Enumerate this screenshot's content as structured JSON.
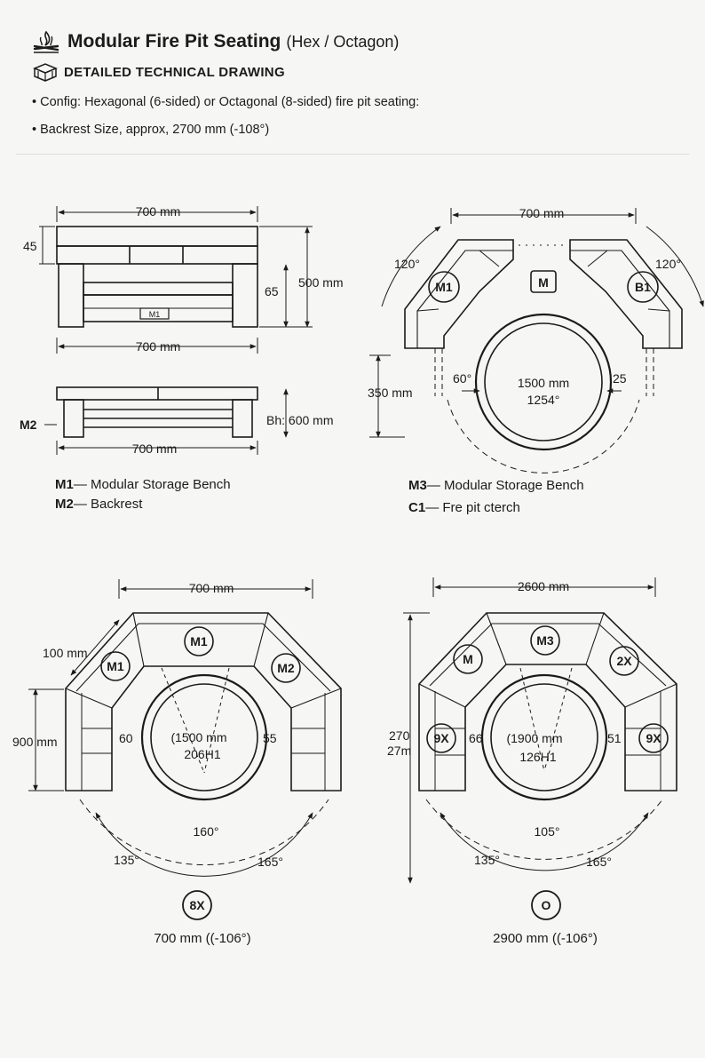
{
  "header": {
    "title": "Modular Fire Pit Seating",
    "title_suffix": "(Hex / Octagon)",
    "subtitle": "DETAILED TECHNICAL DRAWING",
    "bullets": [
      "• Config: Hexagonal (6-sided) or Octagonal (8-sided) fire pit seating:",
      "• Backrest Size, approx, 2700 mm (-108°)"
    ]
  },
  "icons": {
    "title_icon": "campfire-icon",
    "subtitle_icon": "blueprint-icon"
  },
  "module_views": {
    "top_width": "700 mm",
    "left_height": "45",
    "mid_height": "65",
    "total_height": "500 mm",
    "bench_width": "700 mm",
    "tag": "M1",
    "backrest_label": "M2",
    "backrest_height": "Bh: 600 mm",
    "backrest_width": "700 mm"
  },
  "legend_left": [
    {
      "code": "M1",
      "text": "— Modular Storage Bench"
    },
    {
      "code": "M2",
      "text": "— Backrest"
    }
  ],
  "hex_top": {
    "top_width": "700 mm",
    "angle_left": "120°",
    "angle_right": "120°",
    "badge_left": "M1",
    "badge_center": "M",
    "badge_right": "B1",
    "height": "350 mm",
    "gap_left": "60°",
    "gap_right": "25",
    "pit_diameter": "1500 mm",
    "pit_angle": "1254°"
  },
  "legend_right": [
    {
      "code": "M3",
      "text": "— Modular Storage Bench"
    },
    {
      "code": "C1",
      "text": "— Fre pit cterch"
    }
  ],
  "hex_bottom": {
    "top_width": "700 mm",
    "side_length": "100 mm",
    "height": "900 mm",
    "badge_left": "M1",
    "badge_top": "M1",
    "badge_right": "M2",
    "gap_left": "60",
    "gap_right": "55",
    "pit_diameter": "(1500 mm",
    "pit_code": "206H1",
    "arc_angle": "160°",
    "angle_left": "135°",
    "angle_right": "165°",
    "config_badge": "8X",
    "caption": "700 mm ((-106°)"
  },
  "oct_bottom": {
    "top_width": "2600 mm",
    "height_a": "270",
    "height_b": "27m",
    "badge_left": "M",
    "badge_top": "M3",
    "badge_right": "2X",
    "badge_side_left": "9X",
    "badge_side_right": "9X",
    "gap_left": "66",
    "gap_right": "51",
    "pit_diameter": "(1900 mm",
    "pit_code": "126H1",
    "arc_angle": "105°",
    "angle_left": "135°",
    "angle_right": "165°",
    "config_badge": "O",
    "caption": "2900 mm ((-106°)"
  }
}
